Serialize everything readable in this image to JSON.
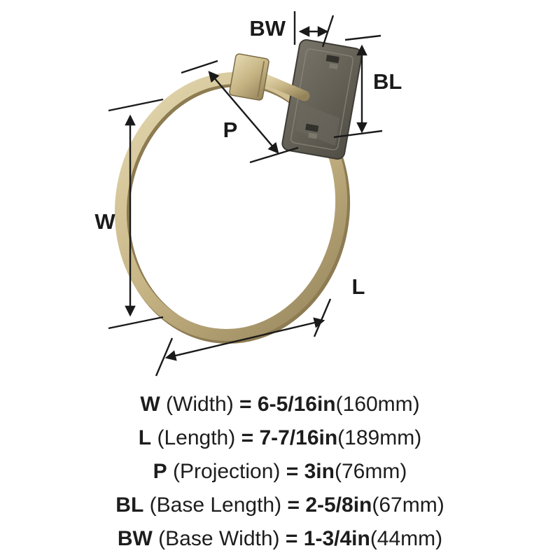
{
  "diagram": {
    "labels": {
      "bw": "BW",
      "bl": "BL",
      "p": "P",
      "w": "W",
      "l": "L"
    },
    "colors": {
      "line": "#1a1a1a",
      "ring_light": "#e6dab2",
      "ring_mid": "#c7b585",
      "ring_dark": "#94835a",
      "ring_shadow": "#8d7b52",
      "base_light": "#787468",
      "base_dark": "#514e46",
      "base_stroke": "#3e3b35",
      "base_detail_dark": "#33312c",
      "base_detail_light": "#7d786c"
    }
  },
  "specs": [
    {
      "letter": "W",
      "name": "(Width)",
      "eq": "=",
      "value_in": "6-5/16in",
      "value_mm": "(160mm)"
    },
    {
      "letter": "L",
      "name": "(Length)",
      "eq": "=",
      "value_in": "7-7/16in",
      "value_mm": "(189mm)"
    },
    {
      "letter": "P",
      "name": "(Projection)",
      "eq": "=",
      "value_in": "3in",
      "value_mm": "(76mm)"
    },
    {
      "letter": "BL",
      "name": "(Base Length)",
      "eq": "=",
      "value_in": "2-5/8in",
      "value_mm": "(67mm)"
    },
    {
      "letter": "BW",
      "name": "(Base Width)",
      "eq": "=",
      "value_in": "1-3/4in",
      "value_mm": "(44mm)"
    }
  ]
}
